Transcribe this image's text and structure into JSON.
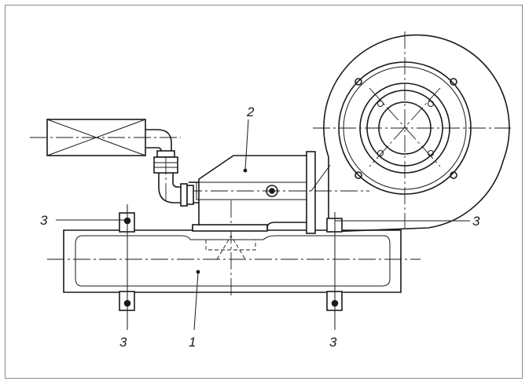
{
  "diagram": {
    "labels": {
      "base_part": "1",
      "bracket_part": "2",
      "fixing_left": "3",
      "fixing_right": "3",
      "fixing_bottom_left": "3",
      "fixing_bottom_right": "3"
    }
  }
}
